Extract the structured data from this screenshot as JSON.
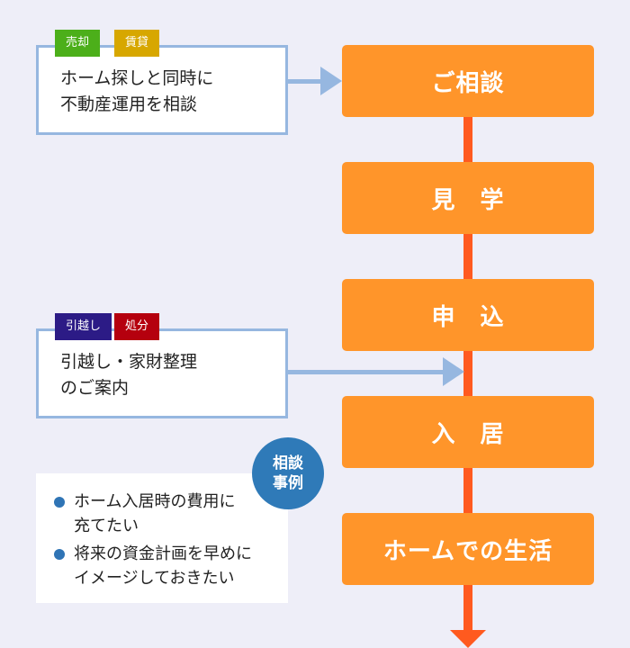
{
  "steps": [
    "ご相談",
    "見　学",
    "申　込",
    "入　居",
    "ホームでの生活"
  ],
  "callouts": [
    {
      "tags": [
        "売却",
        "賃貸"
      ],
      "text": "ホーム探しと同時に\n不動産運用を相談"
    },
    {
      "tags": [
        "引越し",
        "処分"
      ],
      "text": "引越し・家財整理\nのご案内"
    }
  ],
  "case_badge": "相談\n事例",
  "case_items": [
    "ホーム入居時の費用に\n充てたい",
    "将来の資金計画を早めに\nイメージしておきたい"
  ],
  "colors": {
    "step": "#ff952a",
    "flow_line": "#ff5a1f",
    "callout_border": "#96b7e0",
    "tag_sell": "#4caf1a",
    "tag_rent": "#d7a700",
    "tag_move": "#2c1b86",
    "tag_dispose": "#b5000e",
    "badge": "#2f7ab8"
  }
}
